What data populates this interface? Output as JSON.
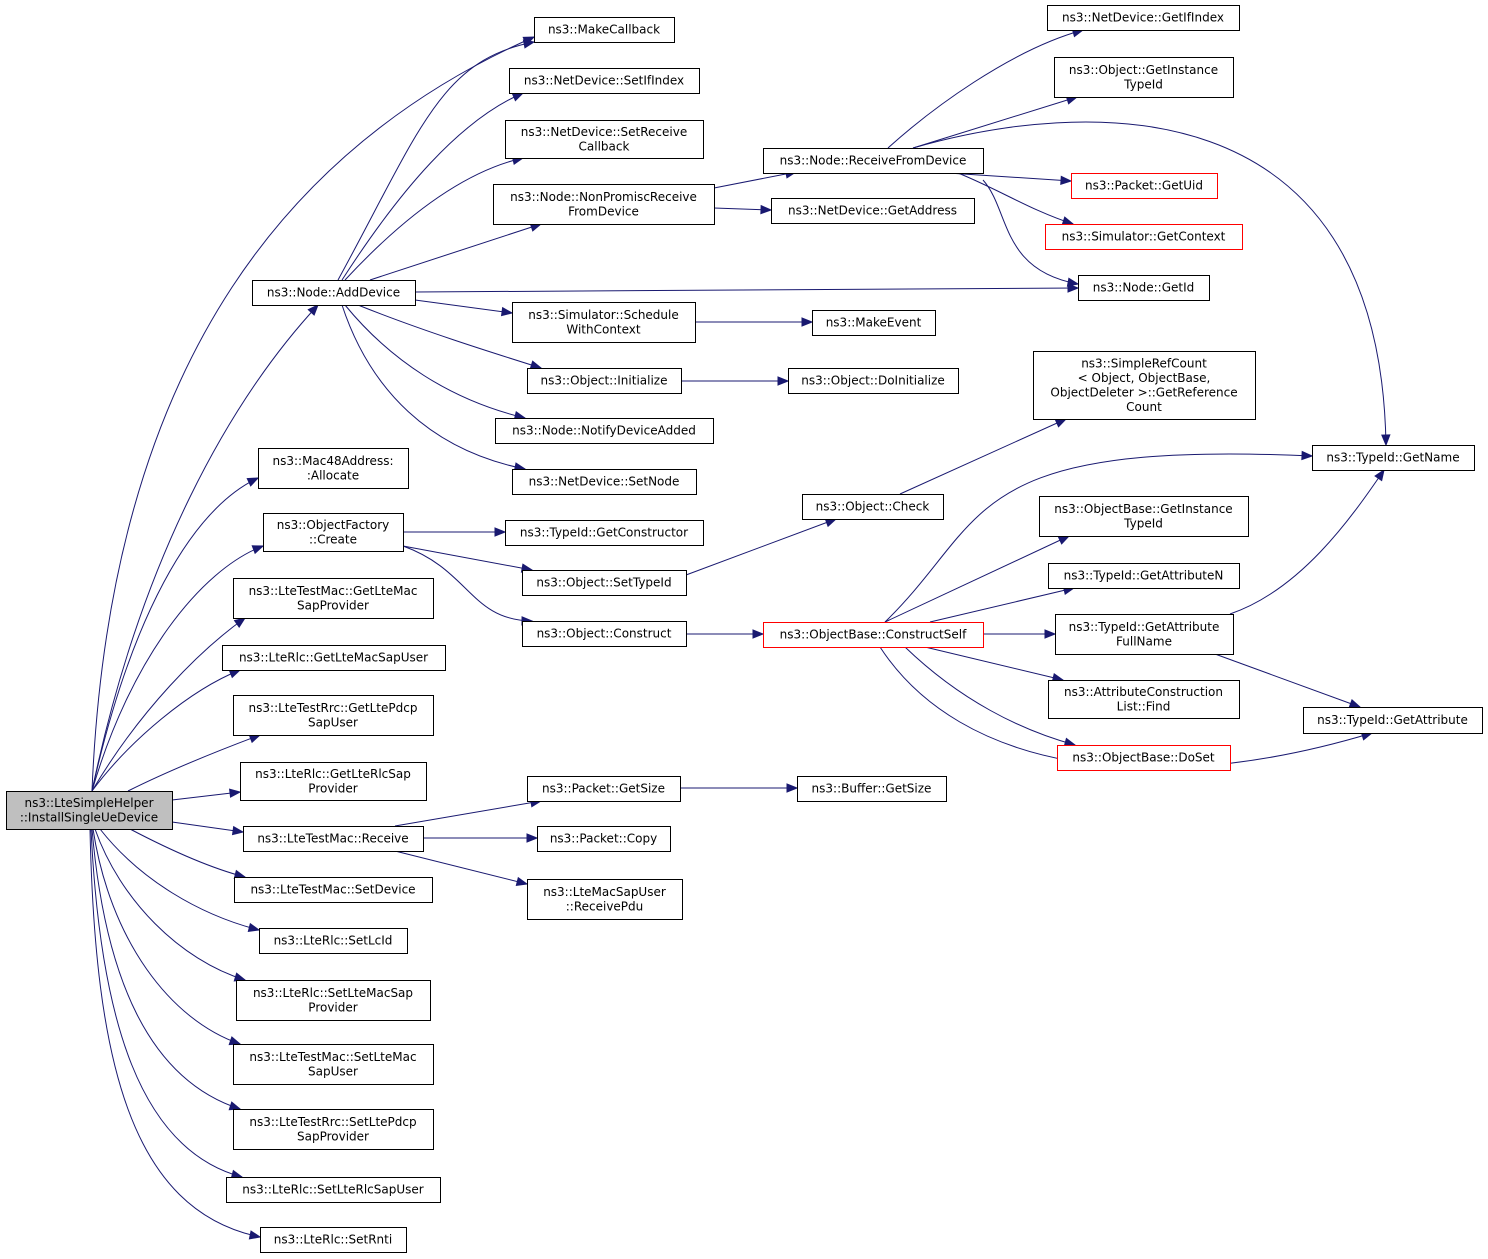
{
  "diagram": {
    "nodes": [
      {
        "id": "root",
        "lines": [
          "ns3::LteSimpleHelper",
          "::InstallSingleUeDevice"
        ],
        "style": "highlight"
      },
      {
        "id": "makecb",
        "lines": [
          "ns3::MakeCallback"
        ]
      },
      {
        "id": "setifindex",
        "lines": [
          "ns3::NetDevice::SetIfIndex"
        ]
      },
      {
        "id": "setrecvcb",
        "lines": [
          "ns3::NetDevice::SetReceive",
          "Callback"
        ]
      },
      {
        "id": "nonpromisc",
        "lines": [
          "ns3::Node::NonPromiscReceive",
          "FromDevice"
        ]
      },
      {
        "id": "adddevice",
        "lines": [
          "ns3::Node::AddDevice"
        ]
      },
      {
        "id": "recvfromdev",
        "lines": [
          "ns3::Node::ReceiveFromDevice"
        ]
      },
      {
        "id": "getaddress",
        "lines": [
          "ns3::NetDevice::GetAddress"
        ]
      },
      {
        "id": "getifindex",
        "lines": [
          "ns3::NetDevice::GetIfIndex"
        ]
      },
      {
        "id": "objgetinst",
        "lines": [
          "ns3::Object::GetInstance",
          "TypeId"
        ]
      },
      {
        "id": "pktgetuid",
        "lines": [
          "ns3::Packet::GetUid"
        ],
        "style": "red"
      },
      {
        "id": "simgetctx",
        "lines": [
          "ns3::Simulator::GetContext"
        ],
        "style": "red"
      },
      {
        "id": "nodegetid",
        "lines": [
          "ns3::Node::GetId"
        ]
      },
      {
        "id": "schedwctx",
        "lines": [
          "ns3::Simulator::Schedule",
          "WithContext"
        ]
      },
      {
        "id": "makeevent",
        "lines": [
          "ns3::MakeEvent"
        ]
      },
      {
        "id": "objinit",
        "lines": [
          "ns3::Object::Initialize"
        ]
      },
      {
        "id": "objdoinit",
        "lines": [
          "ns3::Object::DoInitialize"
        ]
      },
      {
        "id": "notifyadded",
        "lines": [
          "ns3::Node::NotifyDeviceAdded"
        ]
      },
      {
        "id": "setnode",
        "lines": [
          "ns3::NetDevice::SetNode"
        ]
      },
      {
        "id": "simplerefcount",
        "lines": [
          "ns3::SimpleRefCount",
          "< Object, ObjectBase,",
          "ObjectDeleter >::GetReference",
          "Count"
        ]
      },
      {
        "id": "typeidgetname",
        "lines": [
          "ns3::TypeId::GetName"
        ]
      },
      {
        "id": "mac48alloc",
        "lines": [
          "ns3::Mac48Address:",
          ":Allocate"
        ]
      },
      {
        "id": "objfactcreate",
        "lines": [
          "ns3::ObjectFactory",
          "::Create"
        ]
      },
      {
        "id": "getconstructor",
        "lines": [
          "ns3::TypeId::GetConstructor"
        ]
      },
      {
        "id": "objcheck",
        "lines": [
          "ns3::Object::Check"
        ]
      },
      {
        "id": "objbasegetinst",
        "lines": [
          "ns3::ObjectBase::GetInstance",
          "TypeId"
        ]
      },
      {
        "id": "settypeid",
        "lines": [
          "ns3::Object::SetTypeId"
        ]
      },
      {
        "id": "getattrn",
        "lines": [
          "ns3::TypeId::GetAttributeN"
        ]
      },
      {
        "id": "objconstruct",
        "lines": [
          "ns3::Object::Construct"
        ]
      },
      {
        "id": "constructself",
        "lines": [
          "ns3::ObjectBase::ConstructSelf"
        ],
        "style": "red"
      },
      {
        "id": "getattrfull",
        "lines": [
          "ns3::TypeId::GetAttribute",
          "FullName"
        ]
      },
      {
        "id": "attrconstrfind",
        "lines": [
          "ns3::AttributeConstruction",
          "List::Find"
        ]
      },
      {
        "id": "getattribute",
        "lines": [
          "ns3::TypeId::GetAttribute"
        ]
      },
      {
        "id": "objbasedoset",
        "lines": [
          "ns3::ObjectBase::DoSet"
        ],
        "style": "red"
      },
      {
        "id": "ltetestmacgetsap",
        "lines": [
          "ns3::LteTestMac::GetLteMac",
          "SapProvider"
        ]
      },
      {
        "id": "lterlcgetmacsapuser",
        "lines": [
          "ns3::LteRlc::GetLteMacSapUser"
        ]
      },
      {
        "id": "ltetestrrcgetpdcp",
        "lines": [
          "ns3::LteTestRrc::GetLtePdcp",
          "SapUser"
        ]
      },
      {
        "id": "lterlcgetrlcsap",
        "lines": [
          "ns3::LteRlc::GetLteRlcSap",
          "Provider"
        ]
      },
      {
        "id": "pktgetsize",
        "lines": [
          "ns3::Packet::GetSize"
        ]
      },
      {
        "id": "bufgetsize",
        "lines": [
          "ns3::Buffer::GetSize"
        ]
      },
      {
        "id": "ltetestmacrecv",
        "lines": [
          "ns3::LteTestMac::Receive"
        ]
      },
      {
        "id": "pktcopy",
        "lines": [
          "ns3::Packet::Copy"
        ]
      },
      {
        "id": "ltemacsapuserrecv",
        "lines": [
          "ns3::LteMacSapUser",
          "::ReceivePdu"
        ]
      },
      {
        "id": "ltetestmacsetdev",
        "lines": [
          "ns3::LteTestMac::SetDevice"
        ]
      },
      {
        "id": "lterlcsetlcid",
        "lines": [
          "ns3::LteRlc::SetLcId"
        ]
      },
      {
        "id": "lterlcsetmacsap",
        "lines": [
          "ns3::LteRlc::SetLteMacSap",
          "Provider"
        ]
      },
      {
        "id": "ltetestmacsetmacsap",
        "lines": [
          "ns3::LteTestMac::SetLteMac",
          "SapUser"
        ]
      },
      {
        "id": "ltetestrrcsetpdcp",
        "lines": [
          "ns3::LteTestRrc::SetLtePdcp",
          "SapProvider"
        ]
      },
      {
        "id": "lterlcsetrlcsapuser",
        "lines": [
          "ns3::LteRlc::SetLteRlcSapUser"
        ]
      },
      {
        "id": "lterlcsetrnti",
        "lines": [
          "ns3::LteRlc::SetRnti"
        ]
      }
    ],
    "edges": [
      [
        "root",
        "makecb"
      ],
      [
        "root",
        "adddevice"
      ],
      [
        "root",
        "mac48alloc"
      ],
      [
        "root",
        "objfactcreate"
      ],
      [
        "root",
        "ltetestmacgetsap"
      ],
      [
        "root",
        "lterlcgetmacsapuser"
      ],
      [
        "root",
        "ltetestrrcgetpdcp"
      ],
      [
        "root",
        "lterlcgetrlcsap"
      ],
      [
        "root",
        "ltetestmacrecv"
      ],
      [
        "root",
        "ltetestmacsetdev"
      ],
      [
        "root",
        "lterlcsetlcid"
      ],
      [
        "root",
        "lterlcsetmacsap"
      ],
      [
        "root",
        "ltetestmacsetmacsap"
      ],
      [
        "root",
        "ltetestrrcsetpdcp"
      ],
      [
        "root",
        "lterlcsetrlcsapuser"
      ],
      [
        "root",
        "lterlcsetrnti"
      ],
      [
        "adddevice",
        "makecb"
      ],
      [
        "adddevice",
        "setifindex"
      ],
      [
        "adddevice",
        "setrecvcb"
      ],
      [
        "adddevice",
        "nonpromisc"
      ],
      [
        "adddevice",
        "nodegetid"
      ],
      [
        "adddevice",
        "schedwctx"
      ],
      [
        "adddevice",
        "objinit"
      ],
      [
        "adddevice",
        "notifyadded"
      ],
      [
        "adddevice",
        "setnode"
      ],
      [
        "nonpromisc",
        "recvfromdev"
      ],
      [
        "nonpromisc",
        "getaddress"
      ],
      [
        "recvfromdev",
        "getifindex"
      ],
      [
        "recvfromdev",
        "objgetinst"
      ],
      [
        "recvfromdev",
        "typeidgetname"
      ],
      [
        "recvfromdev",
        "pktgetuid"
      ],
      [
        "recvfromdev",
        "simgetctx"
      ],
      [
        "recvfromdev",
        "nodegetid"
      ],
      [
        "schedwctx",
        "makeevent"
      ],
      [
        "objinit",
        "objdoinit"
      ],
      [
        "objfactcreate",
        "getconstructor"
      ],
      [
        "objfactcreate",
        "settypeid"
      ],
      [
        "objfactcreate",
        "objconstruct"
      ],
      [
        "settypeid",
        "objcheck"
      ],
      [
        "objcheck",
        "simplerefcount"
      ],
      [
        "objconstruct",
        "constructself"
      ],
      [
        "constructself",
        "typeidgetname"
      ],
      [
        "constructself",
        "objbasegetinst"
      ],
      [
        "constructself",
        "getattrn"
      ],
      [
        "constructself",
        "getattrfull"
      ],
      [
        "constructself",
        "attrconstrfind"
      ],
      [
        "constructself",
        "objbasedoset"
      ],
      [
        "constructself",
        "getattribute"
      ],
      [
        "getattrfull",
        "typeidgetname"
      ],
      [
        "getattrfull",
        "getattribute"
      ],
      [
        "ltetestmacrecv",
        "pktgetsize"
      ],
      [
        "ltetestmacrecv",
        "pktcopy"
      ],
      [
        "ltetestmacrecv",
        "ltemacsapuserrecv"
      ],
      [
        "pktgetsize",
        "bufgetsize"
      ]
    ],
    "colors": {
      "edge": "#191970",
      "node_border": "#000000",
      "node_border_alert": "#ff0000",
      "root_fill": "#bfbfbf",
      "node_fill": "#ffffff"
    }
  }
}
